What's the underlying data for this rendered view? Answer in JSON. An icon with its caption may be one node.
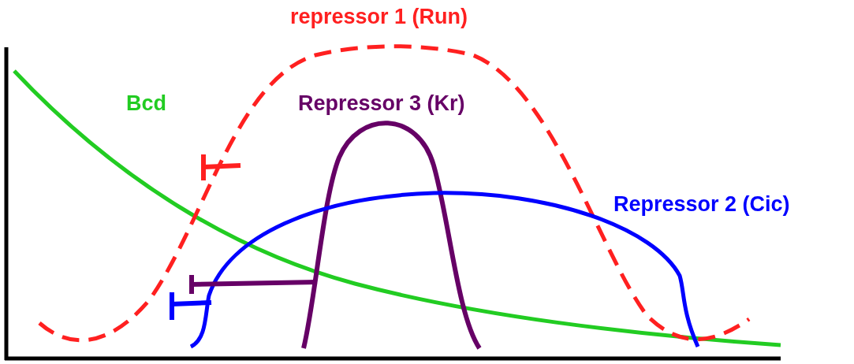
{
  "diagram": {
    "labels": [
      "repressor 1 (Run)",
      "Bcd",
      "Repressor 3 (Kr)",
      "Repressor 2 (Cic)"
    ]
  }
}
